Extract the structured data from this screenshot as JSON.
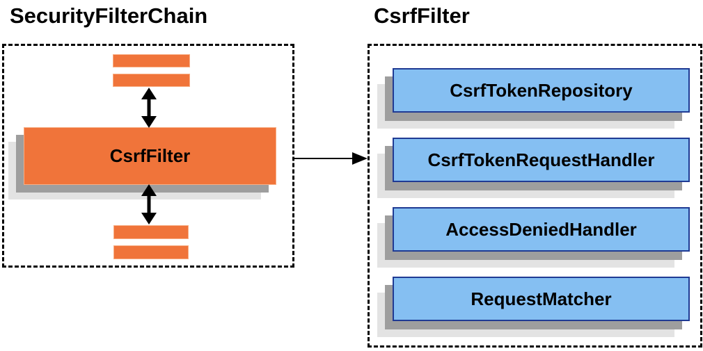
{
  "left_panel": {
    "title": "SecurityFilterChain",
    "filter_node_label": "CsrfFilter"
  },
  "right_panel": {
    "title": "CsrfFilter",
    "components": [
      "CsrfTokenRepository",
      "CsrfTokenRequestHandler",
      "AccessDeniedHandler",
      "RequestMatcher"
    ]
  },
  "icons": {
    "vertical_arrows": "bidirectional-arrow",
    "connector": "right-arrow"
  },
  "colors": {
    "orange": "#F0743A",
    "orange_border": "#F8AE85",
    "blue_fill": "#85BFF2",
    "blue_border": "#1F3A93",
    "shadow_dark": "#9E9E9E",
    "shadow_light": "#E3E3E3",
    "ink": "#000000"
  }
}
